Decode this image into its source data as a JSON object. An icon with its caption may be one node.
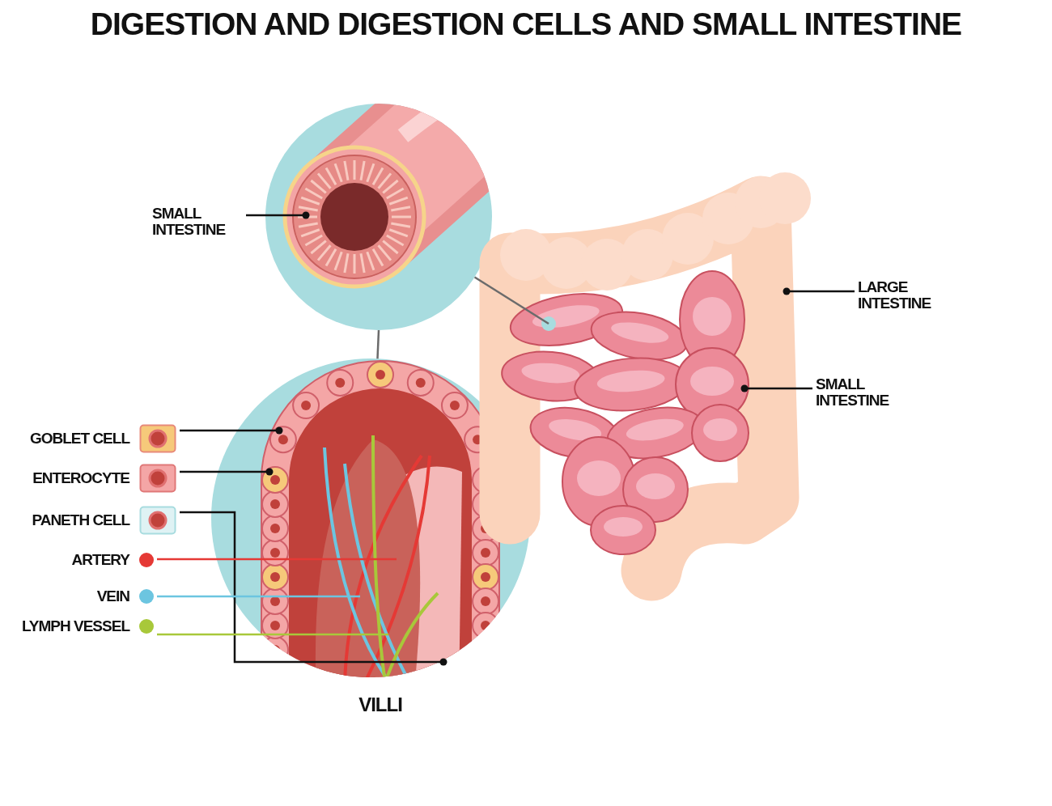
{
  "diagram": {
    "title": "DIGESTION AND DIGESTION CELLS AND SMALL INTESTINE",
    "nodes": [
      {
        "text": [],
        "shape": "picture"
      },
      {
        "text": [
          "SMALL INTESTINE"
        ]
      },
      {
        "text": [],
        "shape": "picture",
        "beside": [
          "VILLI"
        ]
      },
      {
        "text": [
          "GOBLET CELL"
        ]
      },
      {
        "text": [
          "ENTEROCYTE"
        ]
      },
      {
        "text": [
          "PANETH CELL"
        ]
      },
      {
        "text": [
          "ARTERY"
        ]
      },
      {
        "text": [
          "VEIN"
        ]
      },
      {
        "text": [
          "LYMPH VESSEL"
        ]
      },
      {
        "text": [],
        "shape": "picture"
      },
      {
        "text": [
          "LARGE INTESTINE"
        ]
      },
      {
        "text": [
          "SMALL INTESTINE"
        ]
      }
    ],
    "edges": [
      {
        "from": 1,
        "to": 0,
        "arrow": "other"
      },
      {
        "from": 0,
        "to": 2,
        "arrow": "none",
        "color": "#6b6b6b"
      },
      {
        "from": 0,
        "to": 9,
        "arrow": "none",
        "color": "#6b6b6b"
      },
      {
        "from": 3,
        "to": 2,
        "arrow": "other"
      },
      {
        "from": 4,
        "to": 2,
        "arrow": "other"
      },
      {
        "from": 5,
        "to": 2,
        "arrow": "other"
      },
      {
        "from": 6,
        "to": 2,
        "arrow": "none",
        "color": "#e53935"
      },
      {
        "from": 7,
        "to": 2,
        "arrow": "none",
        "color": "#6cc5e0"
      },
      {
        "from": 8,
        "to": 2,
        "arrow": "none",
        "color": "#a8c83a"
      },
      {
        "from": 10,
        "to": 9,
        "arrow": "other"
      },
      {
        "from": 11,
        "to": 9,
        "arrow": "other"
      }
    ]
  }
}
